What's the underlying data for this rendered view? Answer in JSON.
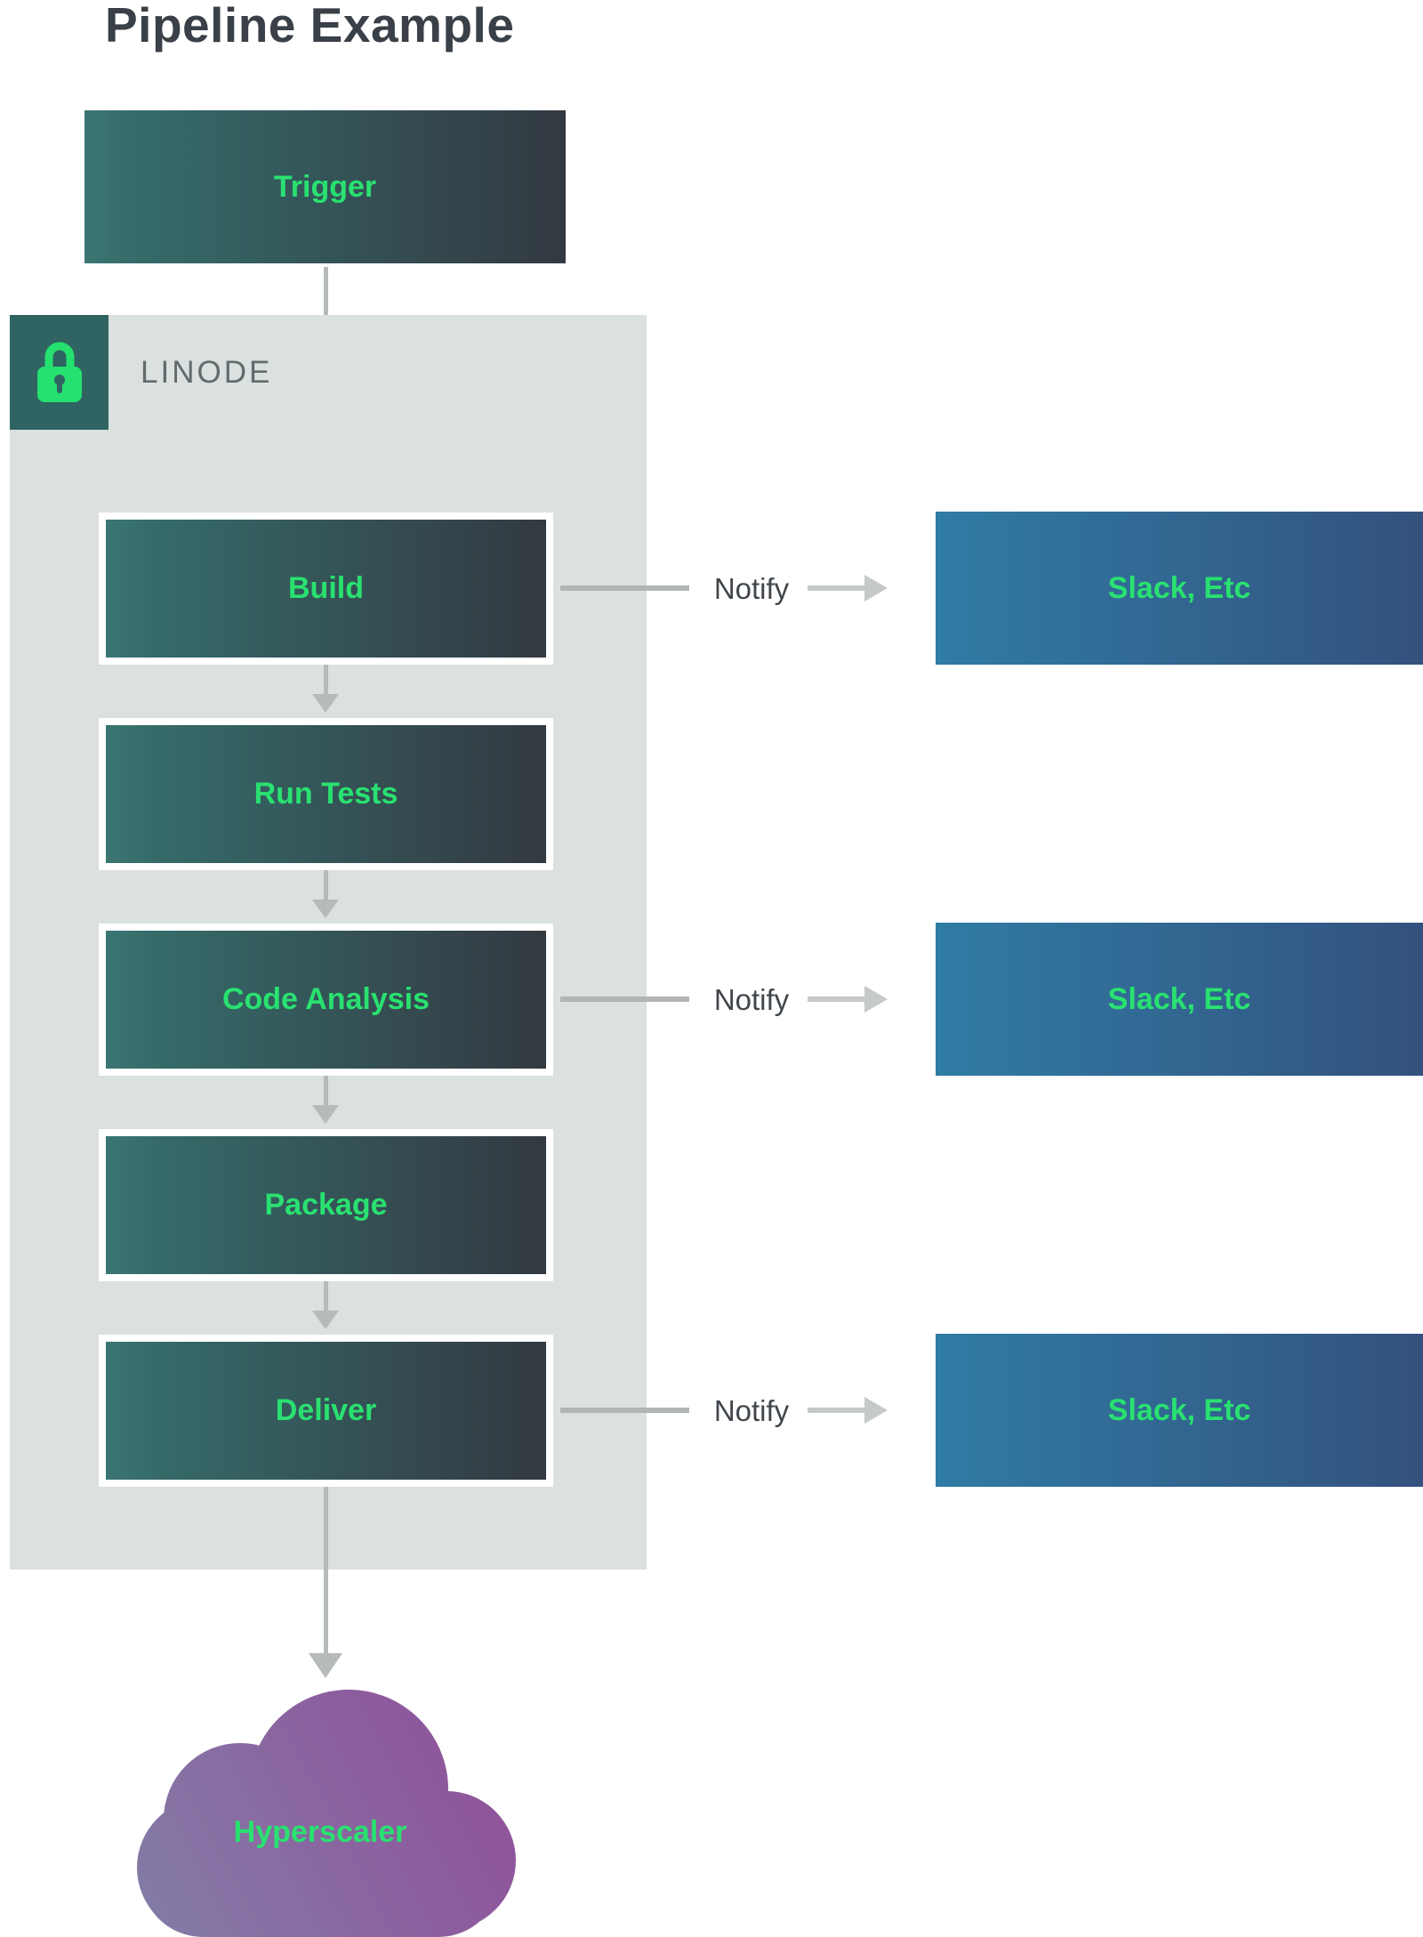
{
  "title": "Pipeline Example",
  "trigger": {
    "label": "Trigger"
  },
  "container": {
    "label": "LINODE",
    "lock_icon": "padlock-icon"
  },
  "stages": [
    {
      "label": "Build",
      "notify": true
    },
    {
      "label": "Run Tests",
      "notify": false
    },
    {
      "label": "Code Analysis",
      "notify": true
    },
    {
      "label": "Package",
      "notify": false
    },
    {
      "label": "Deliver",
      "notify": true
    }
  ],
  "notify_label": "Notify",
  "slack_label": "Slack, Etc",
  "cloud": {
    "label": "Hyperscaler"
  },
  "colors": {
    "stage_gradient_start": "#3b7673",
    "stage_gradient_end": "#333941",
    "accent_green": "#29e170",
    "container_bg": "#dae1df",
    "lock_square_bg": "#2f6462",
    "slack_gradient_start": "#2f7ca4",
    "slack_gradient_end": "#34517e",
    "cloud_gradient_start": "#837ba6",
    "cloud_gradient_end": "#91509a",
    "arrow_gray": "#b6bbba",
    "title_color": "#3a4047",
    "notify_text_color": "#40464b"
  }
}
